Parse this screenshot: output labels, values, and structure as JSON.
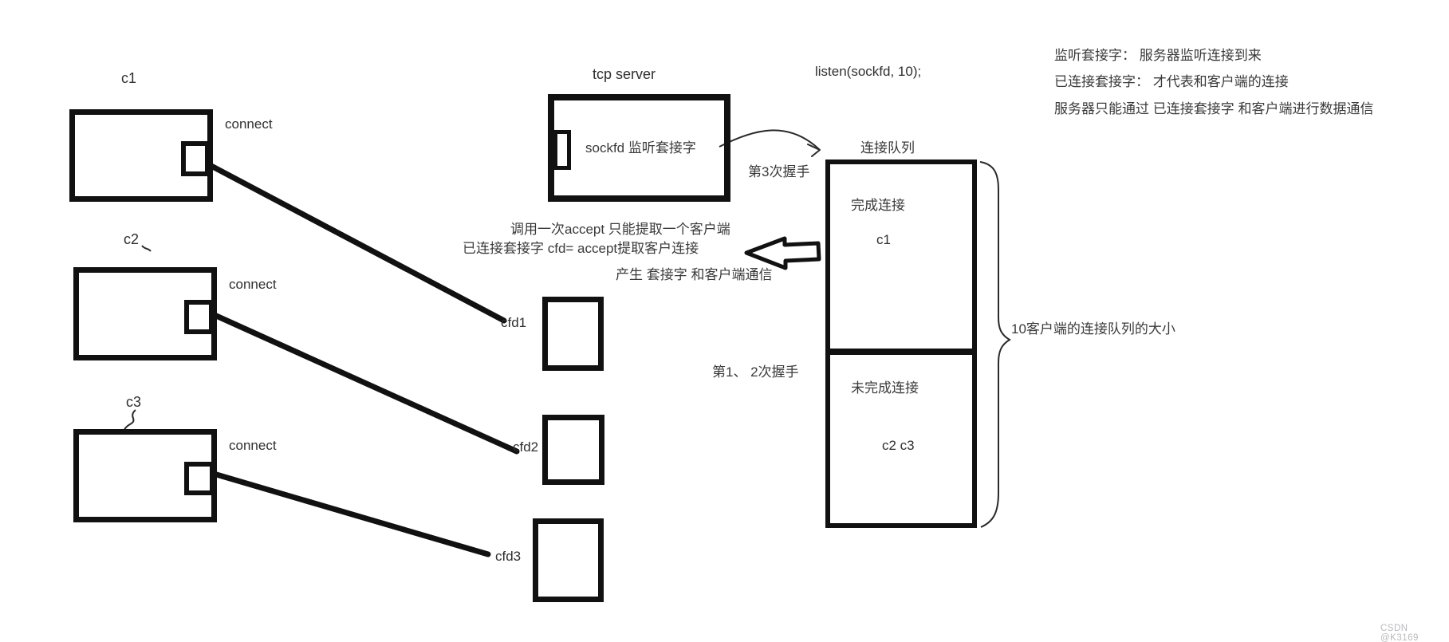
{
  "colors": {
    "ink": "#111111",
    "text": "#333333",
    "watermark": "#b9b9bd",
    "background": "#ffffff"
  },
  "clients": [
    {
      "label": "c1",
      "connect": "connect"
    },
    {
      "label": "c2",
      "connect": "connect"
    },
    {
      "label": "c3",
      "connect": "connect"
    }
  ],
  "server": {
    "title": "tcp  server",
    "socket_label": "sockfd  监听套接字",
    "listen_call": "listen(sockfd,   10);"
  },
  "notes": {
    "listening_socket": "监听套接字： 服务器监听连接到来",
    "connected_socket": "已连接套接字： 才代表和客户端的连接",
    "server_comm": "服务器只能通过 已连接套接字 和客户端进行数据通信"
  },
  "accept_note": {
    "line1": "调用一次accept 只能提取一个客户端",
    "line2": "已连接套接字   cfd= accept提取客户连接",
    "line3": "产生 套接字 和客户端通信"
  },
  "handshakes": {
    "third": "第3次握手",
    "first_second": "第1、 2次握手"
  },
  "queue": {
    "title": "连接队列",
    "completed_label": "完成连接",
    "completed_items": "c1",
    "incomplete_label": "未完成连接",
    "incomplete_items": "c2  c3",
    "size_note": "10客户端的连接队列的大小"
  },
  "cfds": [
    {
      "label": "cfd1"
    },
    {
      "label": "cfd2"
    },
    {
      "label": "cfd3"
    }
  ],
  "shapes": {
    "accept_arrow": "left-block-arrow",
    "handshake_arrow": "curved-thin-arrow",
    "queue_brace": "curly-brace"
  },
  "watermark": "CSDN @K3169"
}
